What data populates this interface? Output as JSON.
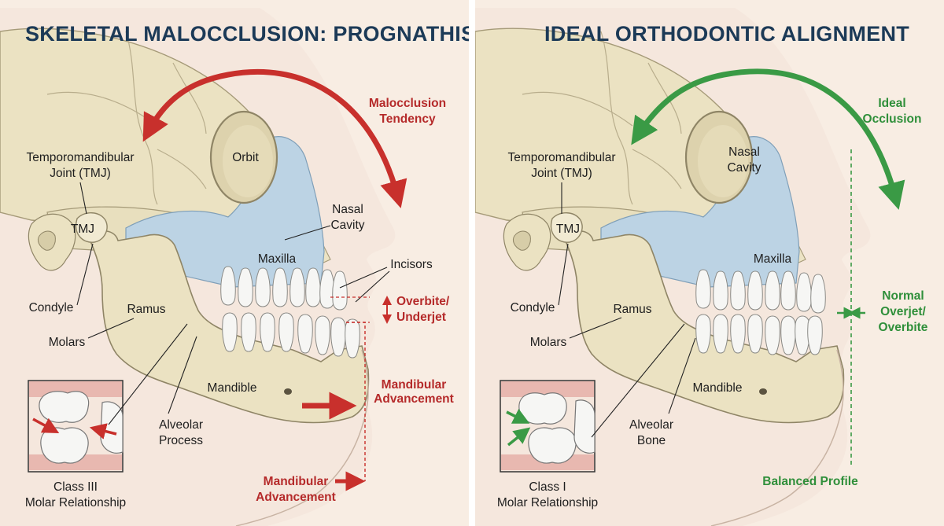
{
  "colors": {
    "title": "#1c3a57",
    "malocclusion_accent": "#c8302c",
    "ideal_accent": "#3a9a45",
    "bone": "#ece3c4",
    "maxilla": "#bcd3e4",
    "skin": "#f4e6dc",
    "tooth": "#f7f7f5"
  },
  "left": {
    "title": "SKELETAL MALOCCLUSION: PROGNATHISM",
    "arrow_label_1": "Malocclusion",
    "arrow_label_2": "Tendency",
    "labels": {
      "tmj_joint_1": "Temporomandibular",
      "tmj_joint_2": "Joint (TMJ)",
      "orbit": "Orbit",
      "nasal_1": "Nasal",
      "nasal_2": "Cavity",
      "tmj": "TMJ",
      "maxilla": "Maxilla",
      "incisors": "Incisors",
      "condyle": "Condyle",
      "ramus": "Ramus",
      "molars": "Molars",
      "mandible": "Mandible",
      "alveolar_1": "Alveolar",
      "alveolar_2": "Process"
    },
    "callouts": {
      "overbite_1": "Overbite/",
      "overbite_2": "Underjet",
      "mand_adv_1_a": "Mandibular",
      "mand_adv_1_b": "Advancement",
      "mand_adv_2_a": "Mandibular",
      "mand_adv_2_b": "Advancement"
    },
    "inset_1": "Class III",
    "inset_2": "Molar Relationship"
  },
  "right": {
    "title": "IDEAL ORTHODONTIC ALIGNMENT",
    "arrow_label_1": "Ideal",
    "arrow_label_2": "Occlusion",
    "labels": {
      "tmj_joint_1": "Temporomandibular",
      "tmj_joint_2": "Joint (TMJ)",
      "nasal_1": "Nasal",
      "nasal_2": "Cavity",
      "tmj": "TMJ",
      "maxilla": "Maxilla",
      "condyle": "Condyle",
      "ramus": "Ramus",
      "molars": "Molars",
      "mandible": "Mandible",
      "alveolar_1": "Alveolar",
      "alveolar_2": "Bone"
    },
    "callouts": {
      "normal_1": "Normal",
      "normal_2": "Overjet/",
      "normal_3": "Overbite",
      "balanced": "Balanced Profile"
    },
    "inset_1": "Class I",
    "inset_2": "Molar Relationship"
  }
}
